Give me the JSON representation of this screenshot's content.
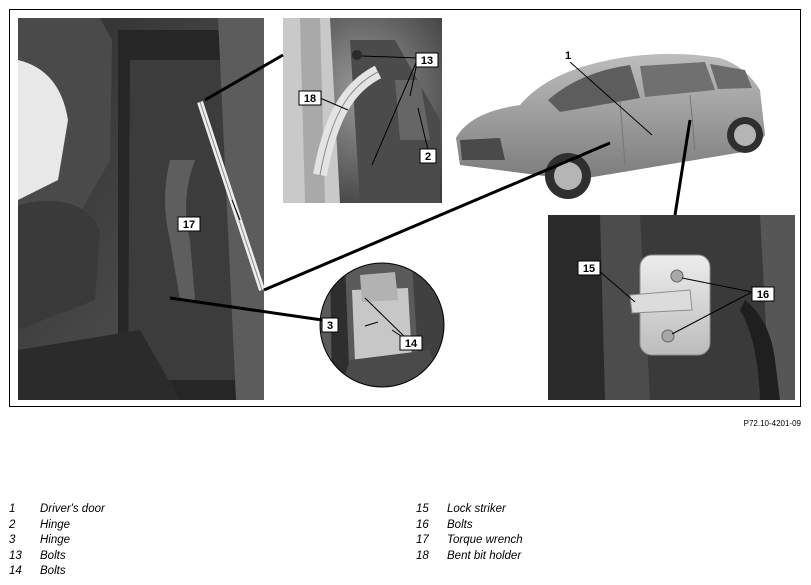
{
  "figure_ref": "P72.10-4201-09",
  "callouts": {
    "c1": "1",
    "c2": "2",
    "c3": "3",
    "c13": "13",
    "c14": "14",
    "c15": "15",
    "c16": "16",
    "c17": "17",
    "c18": "18"
  },
  "legend": {
    "left": [
      {
        "num": "1",
        "label": "Driver's door"
      },
      {
        "num": "2",
        "label": "Hinge"
      },
      {
        "num": "3",
        "label": "Hinge"
      },
      {
        "num": "13",
        "label": "Bolts"
      },
      {
        "num": "14",
        "label": "Bolts"
      }
    ],
    "right": [
      {
        "num": "15",
        "label": "Lock striker"
      },
      {
        "num": "16",
        "label": "Bolts"
      },
      {
        "num": "17",
        "label": "Torque wrench"
      },
      {
        "num": "18",
        "label": "Bent bit holder"
      }
    ]
  }
}
